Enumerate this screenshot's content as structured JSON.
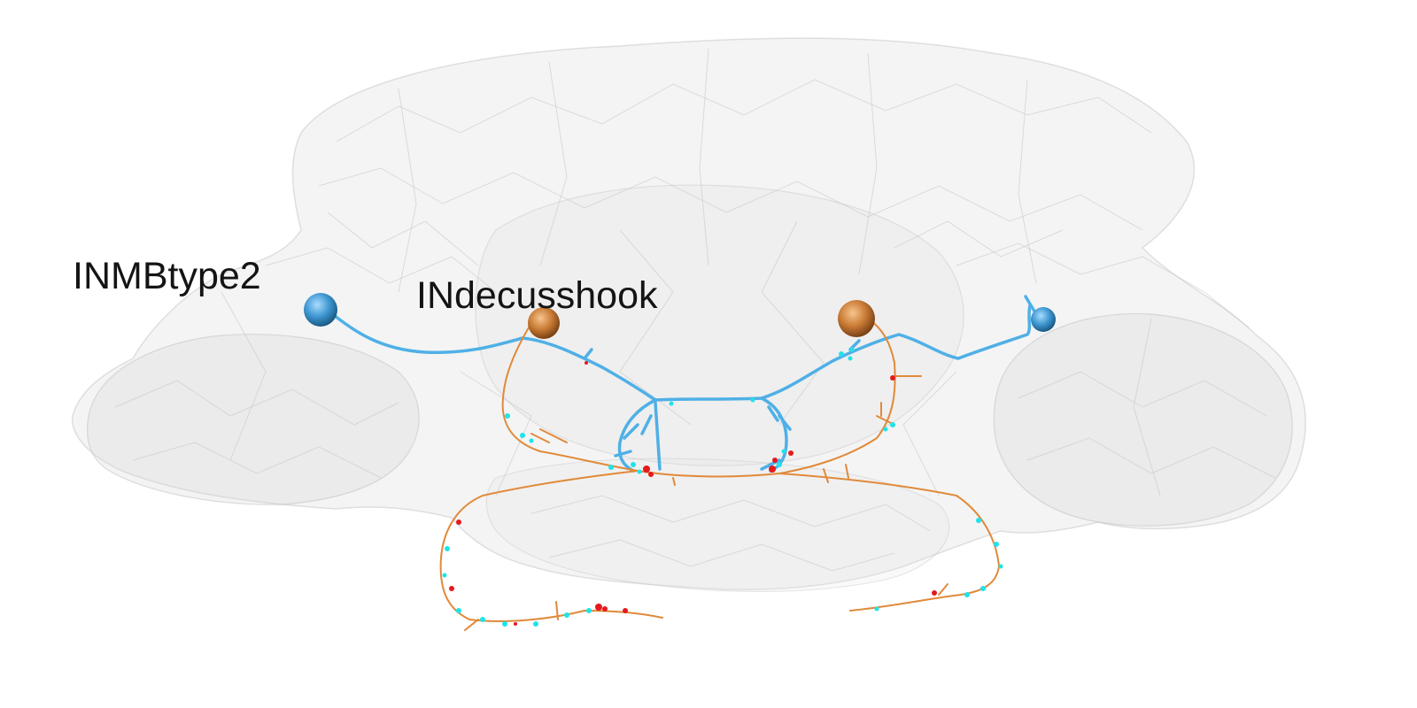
{
  "diagram": {
    "neuron_types": [
      {
        "id": "inmbtype2",
        "label": "INMBtype2",
        "color": "#4fb0e6"
      },
      {
        "id": "indecusshook",
        "label": "INdecusshook",
        "color": "#e08a3a"
      }
    ],
    "synapse_colors": {
      "presynaptic": "#e41a1c",
      "postsynaptic": "#1ee3ec"
    },
    "mesh_color": "#d9d9d9",
    "soma_colors": {
      "inmbtype2": [
        "#a9dcff",
        "#3f97d1",
        "#1b5a86"
      ],
      "indecusshook": [
        "#f7c48e",
        "#c97b35",
        "#7a4116"
      ]
    }
  }
}
